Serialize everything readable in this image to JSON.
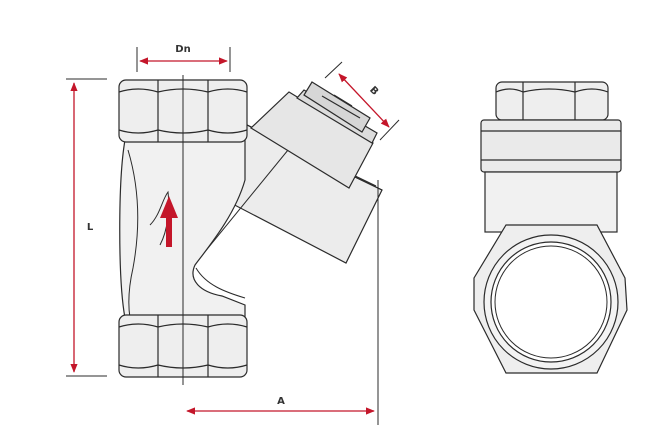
{
  "colors": {
    "outline": "#2b2b2b",
    "body_fill": "#f1f1f1",
    "body_fill_dark": "#e2e2e2",
    "dimension": "#c4162a",
    "flow_arrow": "#c4162a",
    "background": "#ffffff"
  },
  "labels": {
    "dn": "Dn",
    "l": "L",
    "b": "B",
    "a": "A"
  },
  "icons": {
    "flow_direction": "up-arrow-icon"
  }
}
